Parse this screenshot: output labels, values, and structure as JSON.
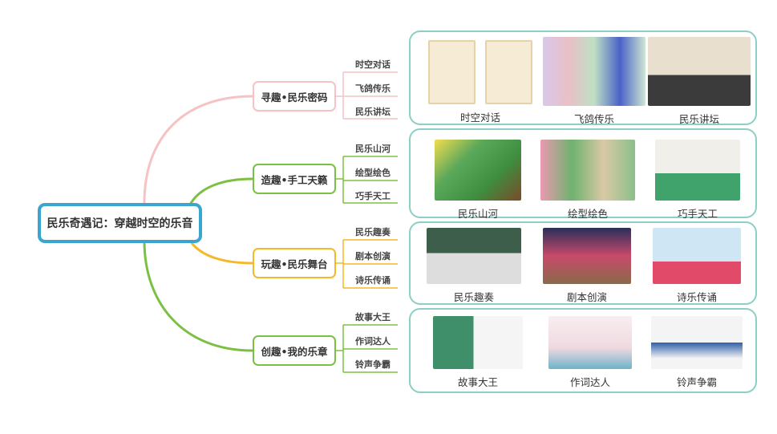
{
  "root": "民乐奇遇记：穿越时空的乐音",
  "colors": {
    "root": "#3aa6d0",
    "pink": "#f6c2c4",
    "green": "#7cc043",
    "yellow": "#f4b82a",
    "panel": "#8ccfc4"
  },
  "branches": [
    {
      "label": "寻趣•民乐密码",
      "leaves": [
        "时空对话",
        "飞鸽传乐",
        "民乐讲坛"
      ]
    },
    {
      "label": "造趣•手工天籁",
      "leaves": [
        "民乐山河",
        "绘型绘色",
        "巧手天工"
      ]
    },
    {
      "label": "玩趣•民乐舞台",
      "leaves": [
        "民乐趣奏",
        "剧本创演",
        "诗乐传诵"
      ]
    },
    {
      "label": "创趣•我的乐章",
      "leaves": [
        "故事大王",
        "作词达人",
        "铃声争霸"
      ]
    }
  ]
}
